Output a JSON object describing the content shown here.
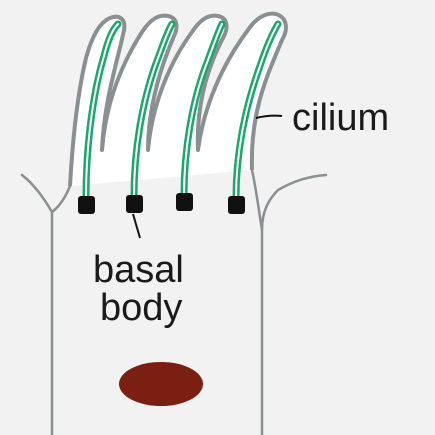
{
  "labels": {
    "cilium": "cilium",
    "basal_body_line1": "basal",
    "basal_body_line2": "body"
  },
  "colors": {
    "background": "#f2f2f2",
    "membrane": "#8a8f91",
    "cilium_fill": "#ffffff",
    "microtubule": "#1aa86b",
    "basal_body": "#111111",
    "nucleus": "#7a1f12",
    "text": "#1a1a1a"
  },
  "structures": {
    "cilia_count": 4,
    "basal_body_count": 4
  }
}
